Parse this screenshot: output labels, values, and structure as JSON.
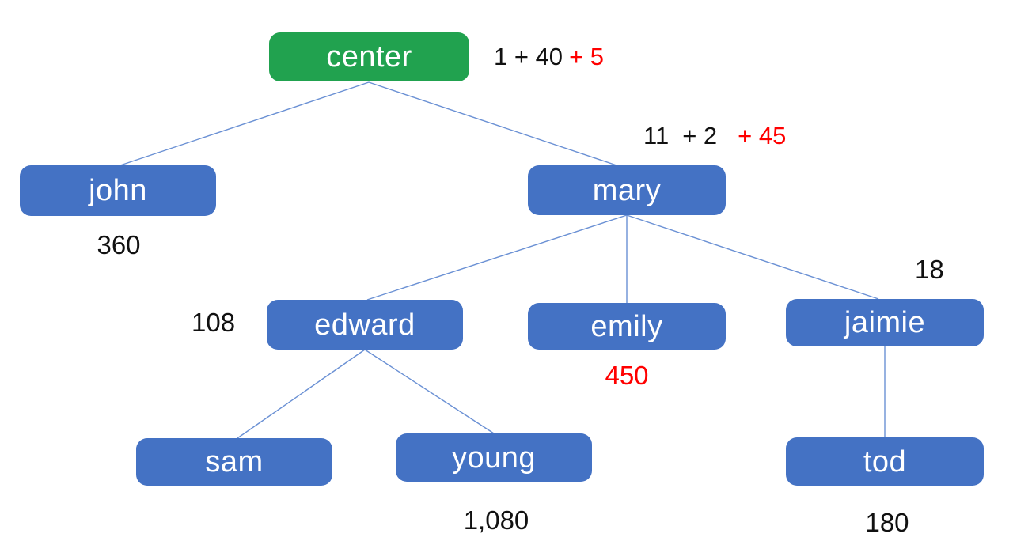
{
  "diagram": {
    "colors": {
      "background": "#ffffff",
      "root_fill": "#21a24f",
      "node_fill": "#4472c4",
      "node_text": "#ffffff",
      "connector": "#6a90d4",
      "highlight": "#ff0000",
      "text_dark": "#111111"
    },
    "nodes": {
      "center": {
        "label": "center"
      },
      "john": {
        "label": "john"
      },
      "mary": {
        "label": "mary"
      },
      "edward": {
        "label": "edward"
      },
      "emily": {
        "label": "emily"
      },
      "jaimie": {
        "label": "jaimie"
      },
      "sam": {
        "label": "sam"
      },
      "young": {
        "label": "young"
      },
      "tod": {
        "label": "tod"
      }
    },
    "annotations": {
      "center_expr": {
        "black": "1 + 40",
        "red": "+ 5"
      },
      "mary_expr": {
        "black1": "11",
        "black2": "+ 2",
        "red": "+ 45"
      },
      "values": {
        "john": "360",
        "edward": "108",
        "emily": "450",
        "jaimie": "18",
        "young": "1,080",
        "tod": "180"
      }
    }
  }
}
